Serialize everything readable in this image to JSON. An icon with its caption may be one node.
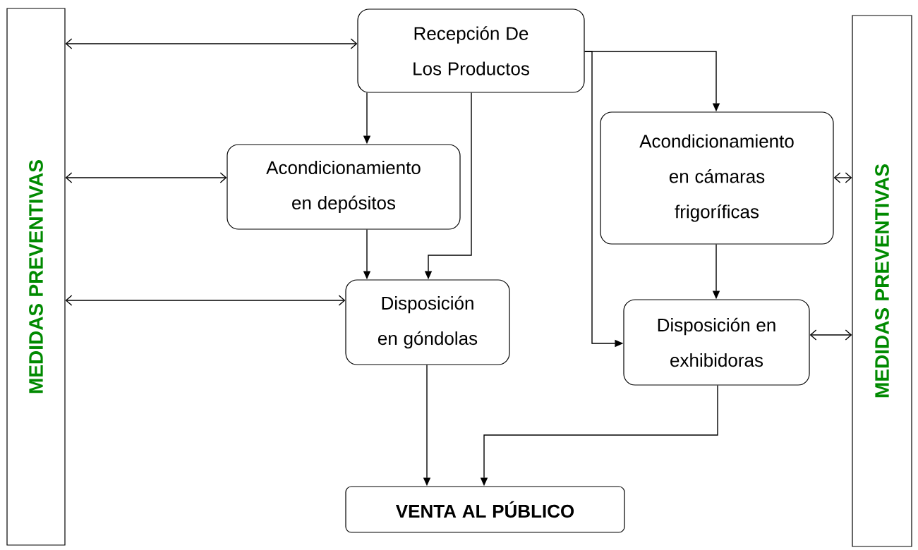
{
  "diagram": {
    "nodes": [
      {
        "text": [
          "MEDIDAS PREVENTIVAS"
        ]
      },
      {
        "text": [
          "MEDIDAS PREVENTIVAS"
        ]
      },
      {
        "text": [
          "Recepción De Los Productos"
        ]
      },
      {
        "text": [
          "Acondicionamiento en depósitos"
        ]
      },
      {
        "text": [
          "Acondicionamiento en cámaras frigoríficas"
        ]
      },
      {
        "text": [
          "Disposición en góndolas"
        ]
      },
      {
        "text": [
          "Disposición en exhibidoras"
        ]
      },
      {
        "text": [
          "VENTA AL PÚBLICO"
        ]
      }
    ],
    "edges": [
      {
        "from": 0,
        "to": 2,
        "arrow": "both"
      },
      {
        "from": 0,
        "to": 3,
        "arrow": "both"
      },
      {
        "from": 0,
        "to": 5,
        "arrow": "both"
      },
      {
        "from": 4,
        "to": 1,
        "arrow": "both"
      },
      {
        "from": 6,
        "to": 1,
        "arrow": "both"
      },
      {
        "from": 2,
        "to": 3,
        "arrow": "to"
      },
      {
        "from": 2,
        "to": 5,
        "arrow": "to"
      },
      {
        "from": 2,
        "to": 4,
        "arrow": "to"
      },
      {
        "from": 2,
        "to": 6,
        "arrow": "to"
      },
      {
        "from": 3,
        "to": 5,
        "arrow": "to"
      },
      {
        "from": 4,
        "to": 6,
        "arrow": "to"
      },
      {
        "from": 5,
        "to": 7,
        "arrow": "to"
      },
      {
        "from": 6,
        "to": 7,
        "arrow": "to"
      }
    ]
  }
}
